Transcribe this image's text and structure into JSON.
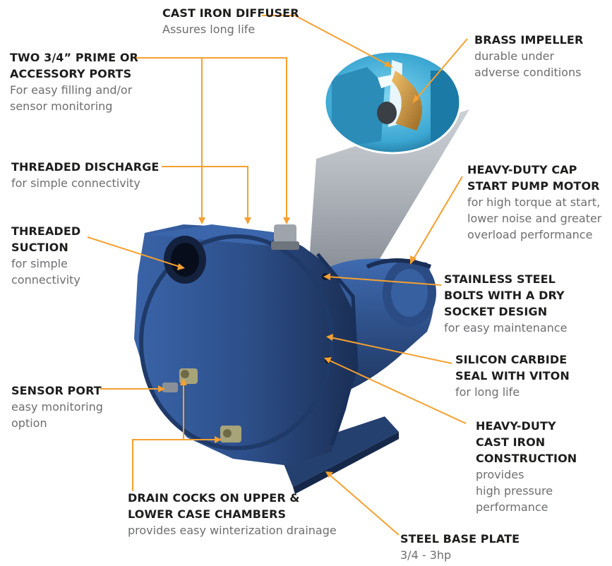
{
  "colors": {
    "leader": "#f5a030",
    "title": "#1d1d1b",
    "description": "#6d6e70",
    "pump_body": "#2d4f8a",
    "pump_shadow": "#1b2f55",
    "inset_blue": "#4bb6dc",
    "brass": "#c8953c"
  },
  "callouts": [
    {
      "id": "cast-iron-diffuser",
      "title": "CAST IRON DIFFUSER",
      "description": "Assures long life"
    },
    {
      "id": "brass-impeller",
      "title": "BRASS IMPELLER",
      "description": "durable under\nadverse conditions"
    },
    {
      "id": "prime-ports",
      "title": "TWO 3/4” PRIME OR\nACCESSORY PORTS",
      "description": "For easy filling and/or\nsensor monitoring"
    },
    {
      "id": "threaded-discharge",
      "title": "THREADED DISCHARGE",
      "description": "for simple connectivity"
    },
    {
      "id": "cap-start-motor",
      "title": "HEAVY-DUTY CAP\nSTART PUMP MOTOR",
      "description": "for high torque at start,\nlower noise and greater\noverload performance"
    },
    {
      "id": "threaded-suction",
      "title": "THREADED\nSUCTION",
      "description": "for simple\nconnectivity"
    },
    {
      "id": "stainless-bolts",
      "title": "STAINLESS STEEL\nBOLTS WITH A DRY\nSOCKET DESIGN",
      "description": "for easy maintenance"
    },
    {
      "id": "silicon-carbide-seal",
      "title": "SILICON CARBIDE\nSEAL WITH VITON",
      "description": "for long life"
    },
    {
      "id": "sensor-port",
      "title": "SENSOR PORT",
      "description": "easy monitoring\noption"
    },
    {
      "id": "cast-iron-construction",
      "title": "HEAVY-DUTY\nCAST IRON\nCONSTRUCTION",
      "description": "provides\nhigh pressure\nperformance"
    },
    {
      "id": "drain-cocks",
      "title": "DRAIN COCKS ON UPPER &\nLOWER CASE CHAMBERS",
      "description": "provides easy winterization drainage"
    },
    {
      "id": "steel-base-plate",
      "title": "STEEL BASE PLATE",
      "description": "3/4 - 3hp"
    }
  ]
}
